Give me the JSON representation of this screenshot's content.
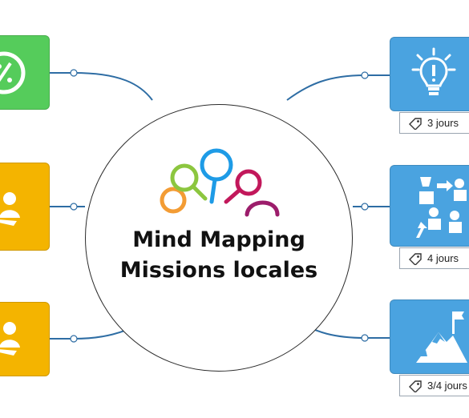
{
  "center": {
    "title_line1": "Mind Mapping",
    "title_line2": "Missions locales",
    "logo_colors": [
      "#f39c34",
      "#8cc63f",
      "#1e9be6",
      "#c2185b",
      "#9c1d6b"
    ]
  },
  "branches_left": [
    {
      "color": "#55cc5b",
      "icon": "percent-icon"
    },
    {
      "color": "#f4b400",
      "icon": "person-icon"
    },
    {
      "color": "#f4b400",
      "icon": "person-icon"
    }
  ],
  "branches_right": [
    {
      "color": "#4aa3e0",
      "icon": "lightbulb-icon",
      "tag": "3 jours"
    },
    {
      "color": "#4aa3e0",
      "icon": "team-collaboration-icon",
      "tag": "4 jours"
    },
    {
      "color": "#4aa3e0",
      "icon": "mountain-flag-icon",
      "tag": "3/4 jours"
    }
  ],
  "link_color": "#2e6da4",
  "tag_icon": "price-tag-icon"
}
